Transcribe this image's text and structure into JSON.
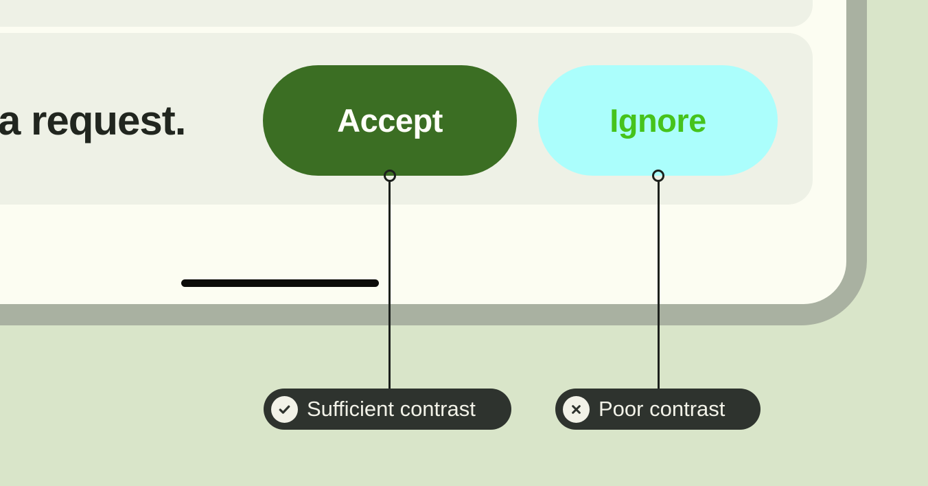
{
  "theme": {
    "page_bg": "#d9e5c9",
    "frame": "#a9b1a1",
    "screen_bg": "#fcfdf2",
    "card_bg": "#eef1e6",
    "accept_bg": "#3b6e23",
    "accept_text": "#fffff8",
    "ignore_bg": "#abfefc",
    "ignore_text": "#46c31c",
    "message_text": "#21261f",
    "annotation_bg": "#2e332e",
    "annotation_text": "#f2f2e8",
    "connector": "#1c201c",
    "home_indicator": "#0c0c09"
  },
  "mockup": {
    "message_fragment": "a request.",
    "buttons": [
      {
        "label": "Accept",
        "contrast": "sufficient"
      },
      {
        "label": "Ignore",
        "contrast": "poor"
      }
    ]
  },
  "annotations": [
    {
      "icon": "check-icon",
      "label": "Sufficient contrast"
    },
    {
      "icon": "x-icon",
      "label": "Poor contrast"
    }
  ]
}
